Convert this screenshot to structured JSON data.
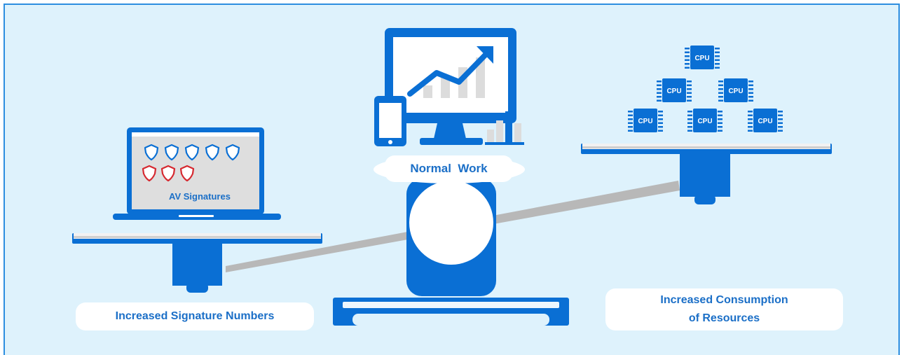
{
  "labels": {
    "center": "Normal  Work",
    "left": "Increased Signature Numbers",
    "right": "Increased Consumption of Resources",
    "laptop_screen": "AV Signatures",
    "cpu": "CPU"
  },
  "shields": {
    "total": 8,
    "blue_count": 5,
    "red_count": 3
  },
  "cpu_count": 6,
  "colors": {
    "primary": "#0a6fd4",
    "background": "#def2fc",
    "accent_red": "#d6282f",
    "beam": "#b8b8b8"
  }
}
